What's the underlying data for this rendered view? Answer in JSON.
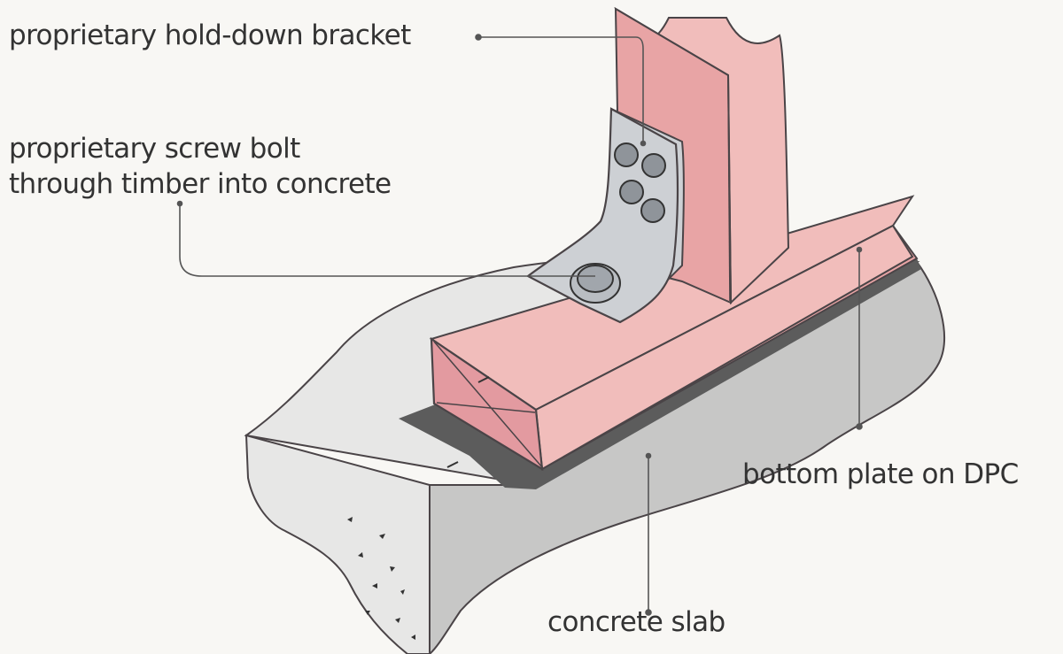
{
  "labels": {
    "bracket": "proprietary hold-down bracket",
    "screw_bolt_line1": "proprietary screw bolt",
    "screw_bolt_line2": "through timber into concrete",
    "bottom_plate": "bottom plate on DPC",
    "slab": "concrete slab"
  },
  "colors": {
    "background": "#f8f7f4",
    "timber_front": "#f1bdbb",
    "timber_side": "#e8a4a5",
    "timber_end": "#e39aa0",
    "slab_top": "#e7e7e6",
    "slab_side": "#c7c7c6",
    "dpc": "#5c5c5c",
    "bracket": "#cdd0d4",
    "outline": "#4a4447",
    "leader": "#555555"
  }
}
